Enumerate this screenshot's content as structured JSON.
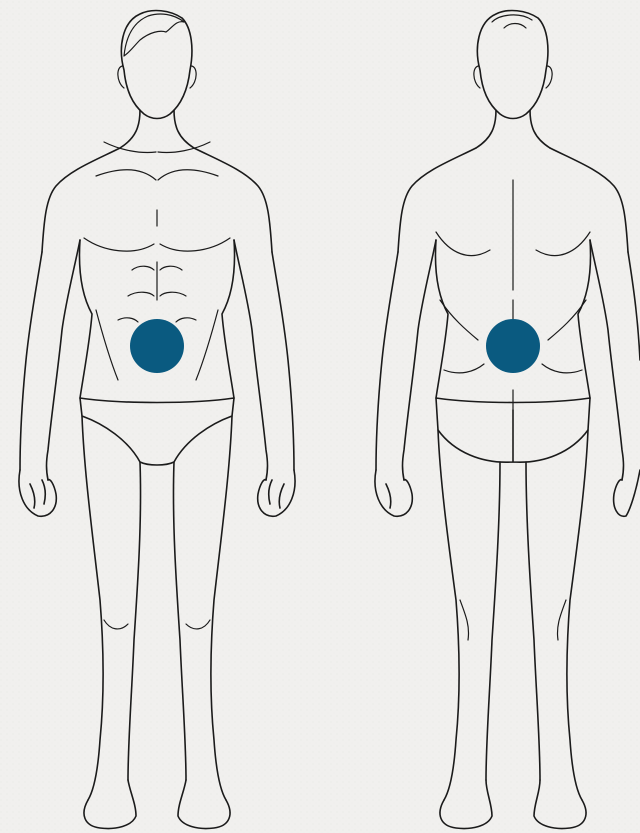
{
  "colors": {
    "background": "#f1f0ee",
    "outline": "#1b1b1b",
    "marker": "#0a5a80"
  },
  "figures": [
    {
      "view": "front"
    },
    {
      "view": "back"
    }
  ],
  "markers": [
    {
      "label": "",
      "view": "front",
      "region": "lower-abdomen"
    },
    {
      "label": "",
      "view": "back",
      "region": "lower-back"
    }
  ]
}
